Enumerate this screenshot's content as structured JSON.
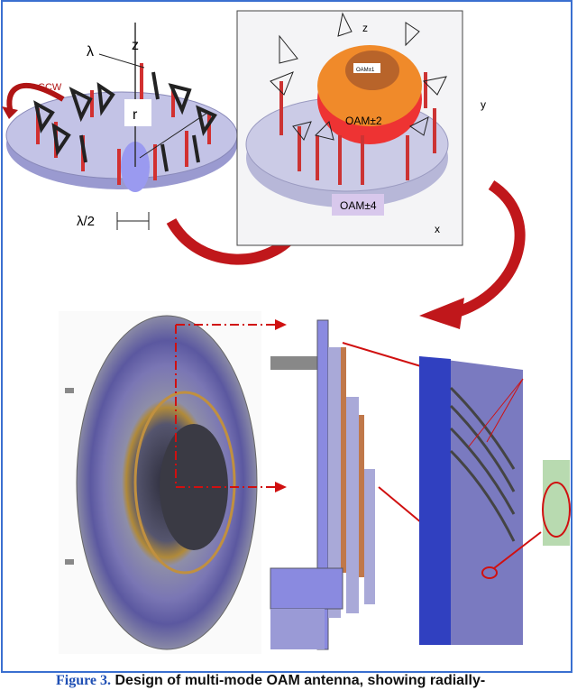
{
  "figure": {
    "caption_label": "Figure 3.",
    "caption_text": "Design of multi-mode OAM antenna, showing radially-"
  },
  "left_diagram": {
    "labels": {
      "z": "z",
      "lambda": "λ",
      "r": "r",
      "half_lambda": "λ/2",
      "ccw": "CCW"
    }
  },
  "right_diagram": {
    "labels": {
      "z": "z",
      "y": "y",
      "x": "x",
      "inner": "OAM±1",
      "middle": "OAM±2",
      "outer": "OAM±4"
    }
  },
  "colors": {
    "frame": "#3a6fd0",
    "arrow": "#c0171b",
    "disk": "#b9b9dc",
    "orange": "#f08a2a",
    "feed": "#d32a2a",
    "caption_label": "#1f4fb4"
  }
}
